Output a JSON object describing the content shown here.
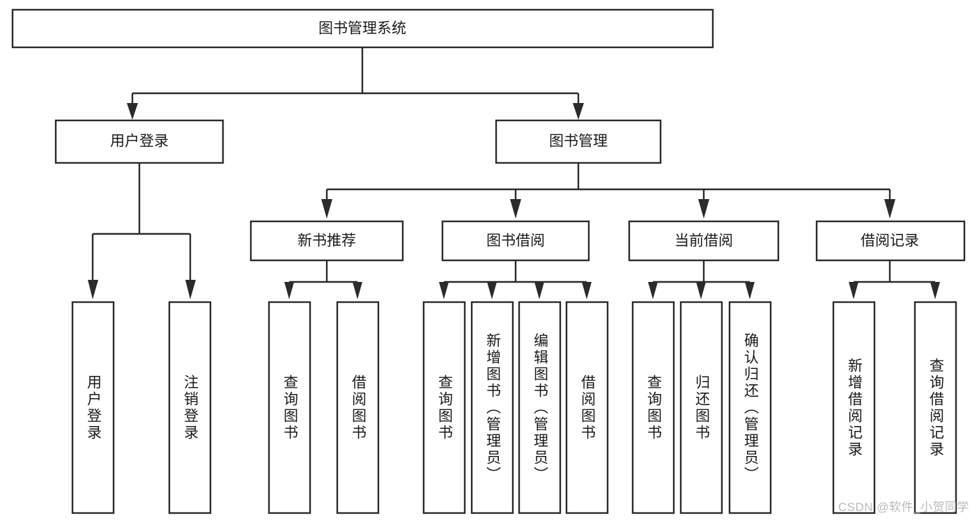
{
  "diagram": {
    "kind": "functional-structure-tree",
    "root": {
      "id": "root",
      "label": "图书管理系统"
    },
    "level2": [
      {
        "id": "user-login",
        "label": "用户登录"
      },
      {
        "id": "book-manage",
        "label": "图书管理"
      }
    ],
    "level3": [
      {
        "id": "new-book-recommend",
        "label": "新书推荐"
      },
      {
        "id": "book-borrow",
        "label": "图书借阅"
      },
      {
        "id": "current-borrow",
        "label": "当前借阅"
      },
      {
        "id": "borrow-record",
        "label": "借阅记录"
      }
    ],
    "leaves": {
      "user_login": [
        {
          "id": "leaf-user-login",
          "label": "用户登录"
        },
        {
          "id": "leaf-logout-login",
          "label": "注销登录"
        }
      ],
      "new_book_recommend": [
        {
          "id": "leaf-query-book-1",
          "label": "查询图书"
        },
        {
          "id": "leaf-borrow-book-1",
          "label": "借阅图书"
        }
      ],
      "book_borrow": [
        {
          "id": "leaf-query-book-2",
          "label": "查询图书"
        },
        {
          "id": "leaf-add-book-admin",
          "label": "新增图书（管理员）"
        },
        {
          "id": "leaf-edit-book-admin",
          "label": "编辑图书（管理员）"
        },
        {
          "id": "leaf-borrow-book-2",
          "label": "借阅图书"
        }
      ],
      "current_borrow": [
        {
          "id": "leaf-query-book-3",
          "label": "查询图书"
        },
        {
          "id": "leaf-return-book",
          "label": "归还图书"
        },
        {
          "id": "leaf-confirm-return-admin",
          "label": "确认归还（管理员）"
        }
      ],
      "borrow_record": [
        {
          "id": "leaf-add-borrow-record",
          "label": "新增借阅记录"
        },
        {
          "id": "leaf-query-borrow-record",
          "label": "查询借阅记录"
        }
      ]
    }
  },
  "watermark": {
    "text": "CSDN @软件_小贺同学"
  },
  "colors": {
    "stroke": "#2b2b2b",
    "box_fill": "#ffffff",
    "text": "#1a1a1a",
    "background": "#ffffff",
    "watermark": "#b9b9b9"
  }
}
